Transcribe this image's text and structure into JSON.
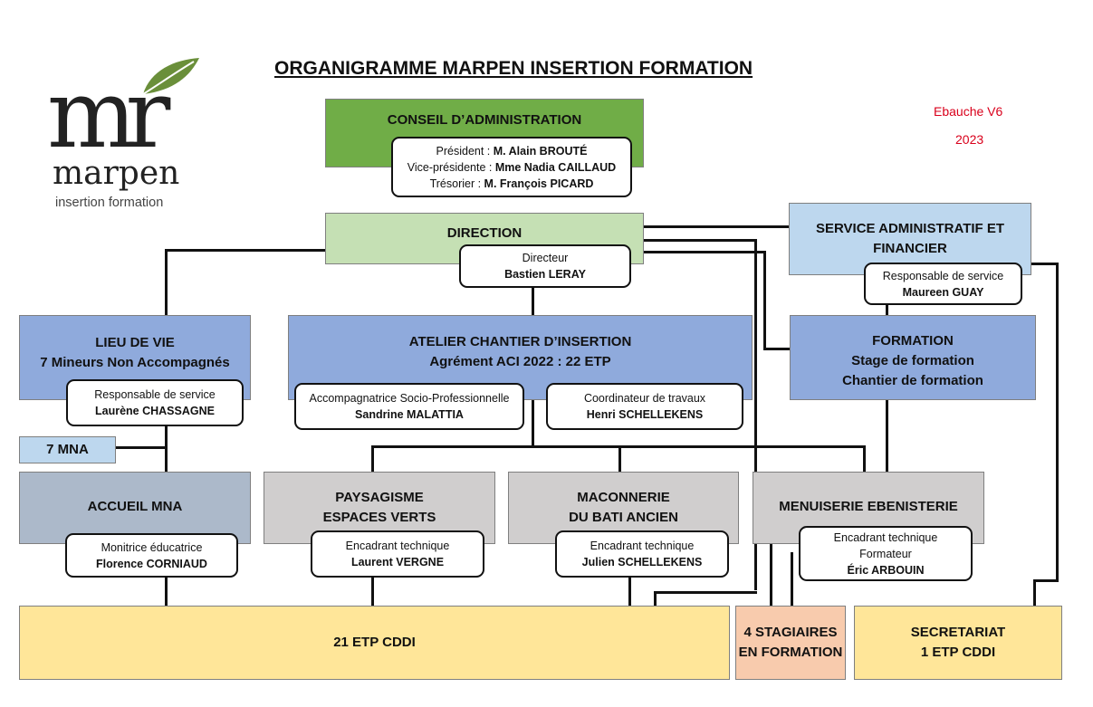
{
  "title": "ORGANIGRAMME MARPEN INSERTION FORMATION",
  "version": {
    "label": "Ebauche V6",
    "year": "2023"
  },
  "logo": {
    "initials": "mr",
    "name": "marpen",
    "tagline": "insertion formation"
  },
  "colors": {
    "green": "#70ad47",
    "light_green": "#c5e0b4",
    "blue": "#8faadc",
    "light_blue": "#bdd7ee",
    "grey": "#d0cece",
    "slate": "#acb9ca",
    "yellow": "#ffe699",
    "peach": "#f8cbad",
    "red": "#d9001b"
  },
  "conseil": {
    "title": "CONSEIL D’ADMINISTRATION",
    "members": [
      {
        "role": "Président : ",
        "name": "M. Alain BROUTÉ"
      },
      {
        "role": "Vice-présidente : ",
        "name": "Mme Nadia CAILLAUD"
      },
      {
        "role": "Trésorier : ",
        "name": "M. François PICARD"
      }
    ]
  },
  "direction": {
    "title": "DIRECTION",
    "role": "Directeur",
    "name": "Bastien LERAY"
  },
  "service_admin": {
    "title_1": "SERVICE ADMINISTRATIF ET",
    "title_2": "FINANCIER",
    "role": "Responsable de service",
    "name": "Maureen GUAY"
  },
  "lieu_de_vie": {
    "title": "LIEU DE VIE",
    "subtitle": "7 Mineurs Non Accompagnés",
    "role": "Responsable de service",
    "name": "Laurène CHASSAGNE"
  },
  "atelier": {
    "title": "ATELIER CHANTIER D’INSERTION",
    "subtitle": "Agrément ACI 2022 : 22 ETP",
    "staff": [
      {
        "role": "Accompagnatrice Socio-Professionnelle",
        "name": "Sandrine MALATTIA"
      },
      {
        "role": "Coordinateur de travaux",
        "name": "Henri SCHELLEKENS"
      }
    ]
  },
  "formation": {
    "title": "FORMATION",
    "line_1": "Stage de formation",
    "line_2": "Chantier de formation"
  },
  "mna_count": "7 MNA",
  "accueil": {
    "title": "ACCUEIL MNA",
    "role": "Monitrice éducatrice",
    "name": "Florence CORNIAUD"
  },
  "paysagisme": {
    "title_1": "PAYSAGISME",
    "title_2": "ESPACES VERTS",
    "role": "Encadrant technique",
    "name": "Laurent VERGNE"
  },
  "maconnerie": {
    "title_1": "MACONNERIE",
    "title_2": "DU BATI ANCIEN",
    "role": "Encadrant technique",
    "name": "Julien SCHELLEKENS"
  },
  "menuiserie": {
    "title": "MENUISERIE EBENISTERIE",
    "role_1": "Encadrant technique",
    "role_2": "Formateur",
    "name": "Éric ARBOUIN"
  },
  "etp_cddi": "21 ETP CDDI",
  "stagiaires": {
    "line_1": "4 STAGIAIRES",
    "line_2": "EN FORMATION"
  },
  "secretariat": {
    "title": "SECRETARIAT",
    "subtitle": "1 ETP CDDI"
  }
}
